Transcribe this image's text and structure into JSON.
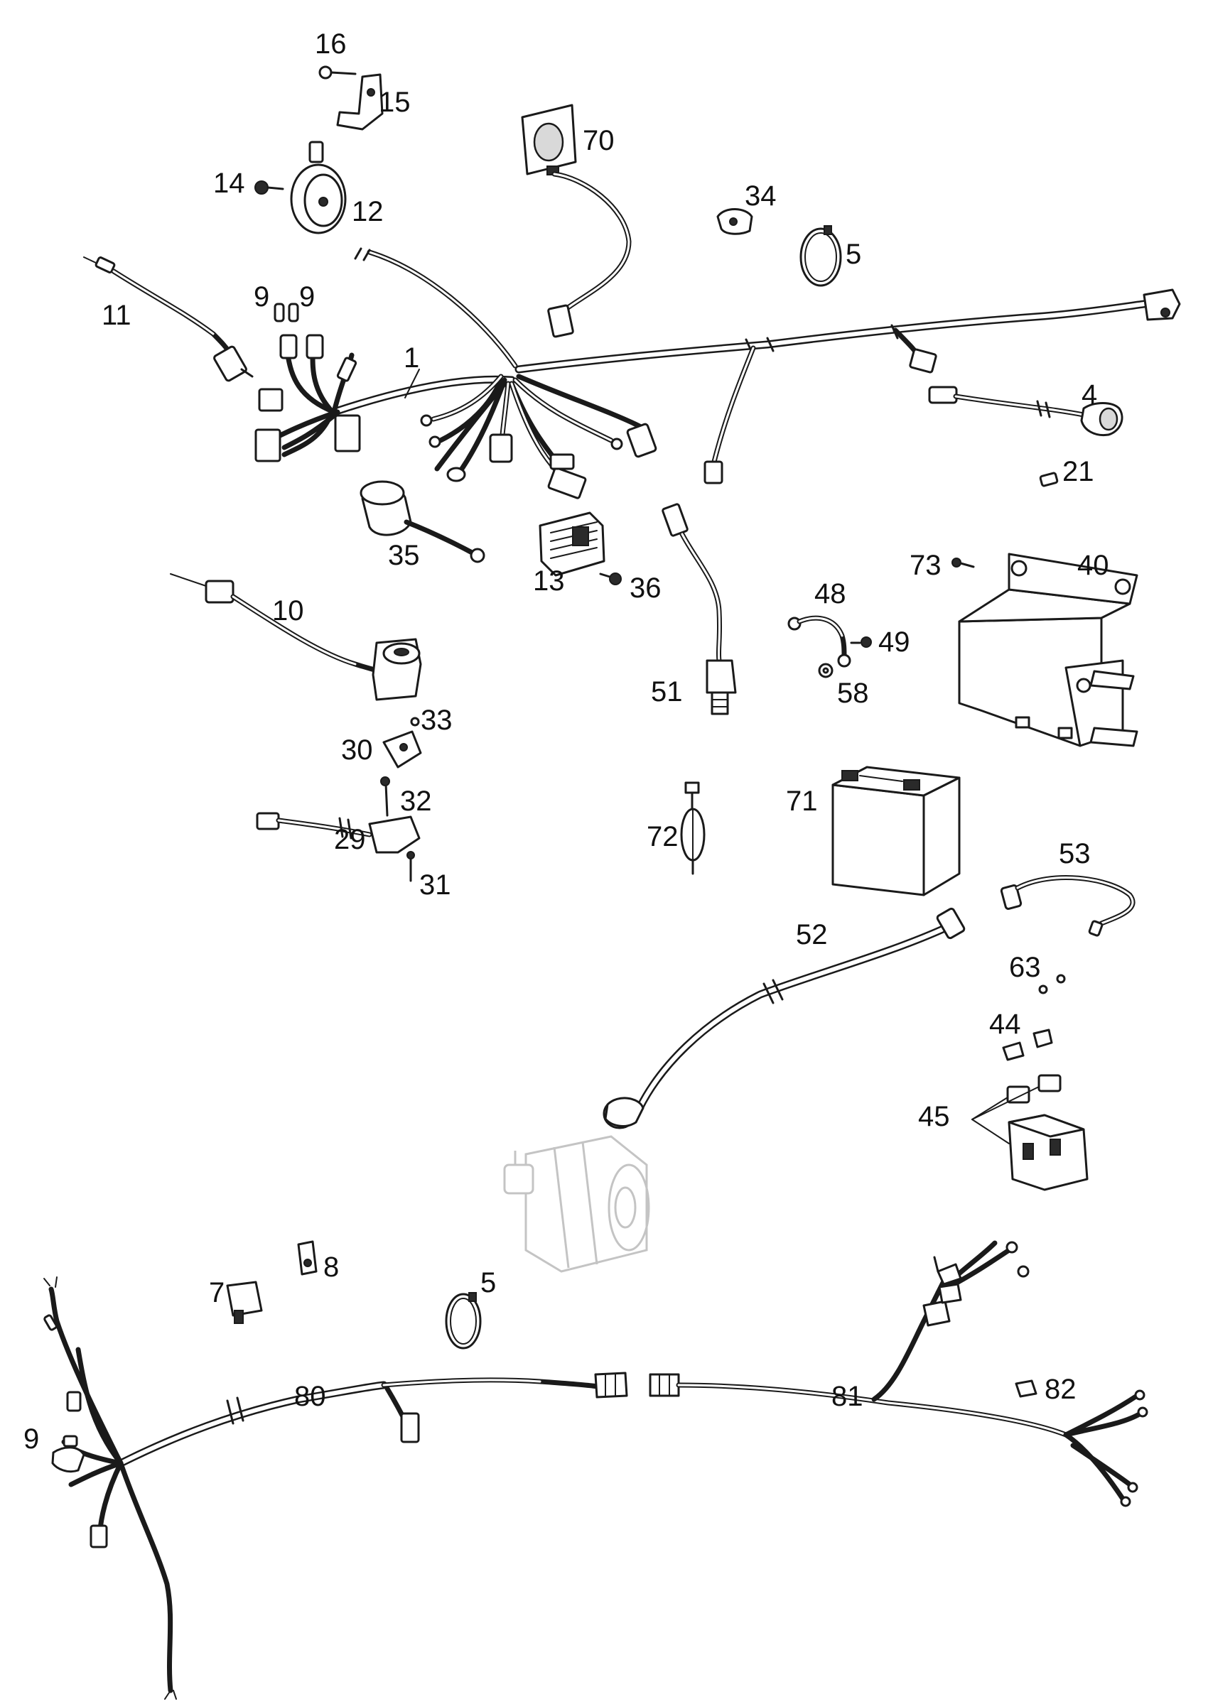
{
  "callouts": {
    "c1": "1",
    "c4": "4",
    "c5a": "5",
    "c5b": "5",
    "c7": "7",
    "c8": "8",
    "c9a": "9",
    "c9b": "9",
    "c9c": "9",
    "c10": "10",
    "c11": "11",
    "c12": "12",
    "c13": "13",
    "c14": "14",
    "c15": "15",
    "c16": "16",
    "c21": "21",
    "c29": "29",
    "c30": "30",
    "c31": "31",
    "c32": "32",
    "c33": "33",
    "c34": "34",
    "c35": "35",
    "c36": "36",
    "c40": "40",
    "c44": "44",
    "c45": "45",
    "c48": "48",
    "c49": "49",
    "c51": "51",
    "c52": "52",
    "c53": "53",
    "c58": "58",
    "c63": "63",
    "c70": "70",
    "c71": "71",
    "c72": "72",
    "c73": "73",
    "c80": "80",
    "c81": "81",
    "c82": "82"
  }
}
